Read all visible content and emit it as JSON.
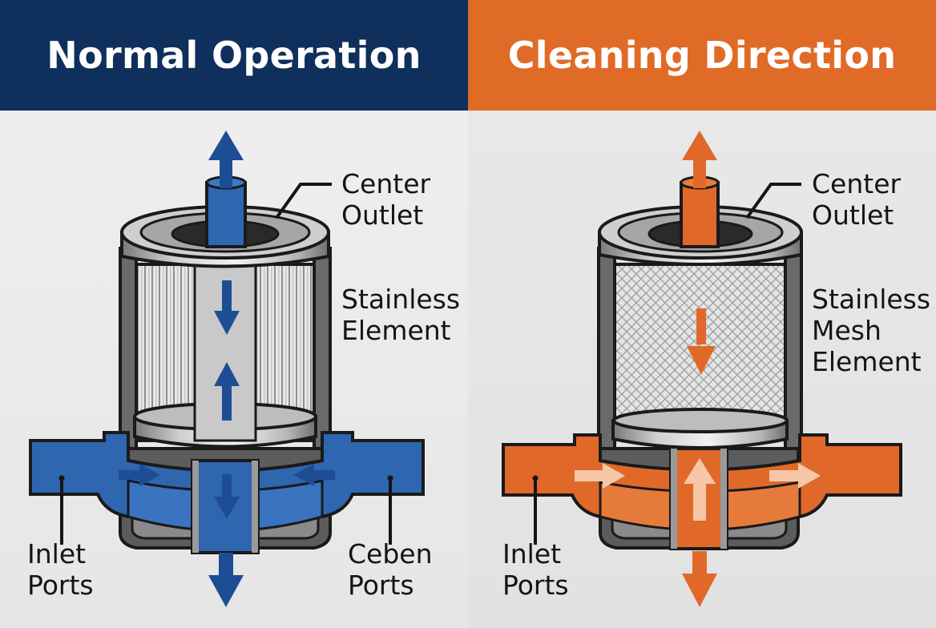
{
  "panels": {
    "normal": {
      "title": "Normal Operation",
      "color": "#0f2f5c",
      "flow_color": "#2f66b0",
      "arrow_color": "#1d4e95",
      "labels": {
        "outlet": [
          "Center",
          "Outlet"
        ],
        "element": [
          "Stainless",
          "Element"
        ],
        "inlet": [
          "Inlet",
          "Ports"
        ],
        "right_ports": [
          "Ceben",
          "Ports"
        ]
      }
    },
    "cleaning": {
      "title": "Cleaning Direction",
      "color": "#e06b26",
      "flow_color": "#e0692a",
      "arrow_color": "#f6c7a6",
      "labels": {
        "outlet": [
          "Center",
          "Outlet"
        ],
        "element": [
          "Stainless",
          "Mesh",
          "Element"
        ],
        "inlet": [
          "Inlet",
          "Ports"
        ]
      }
    }
  }
}
